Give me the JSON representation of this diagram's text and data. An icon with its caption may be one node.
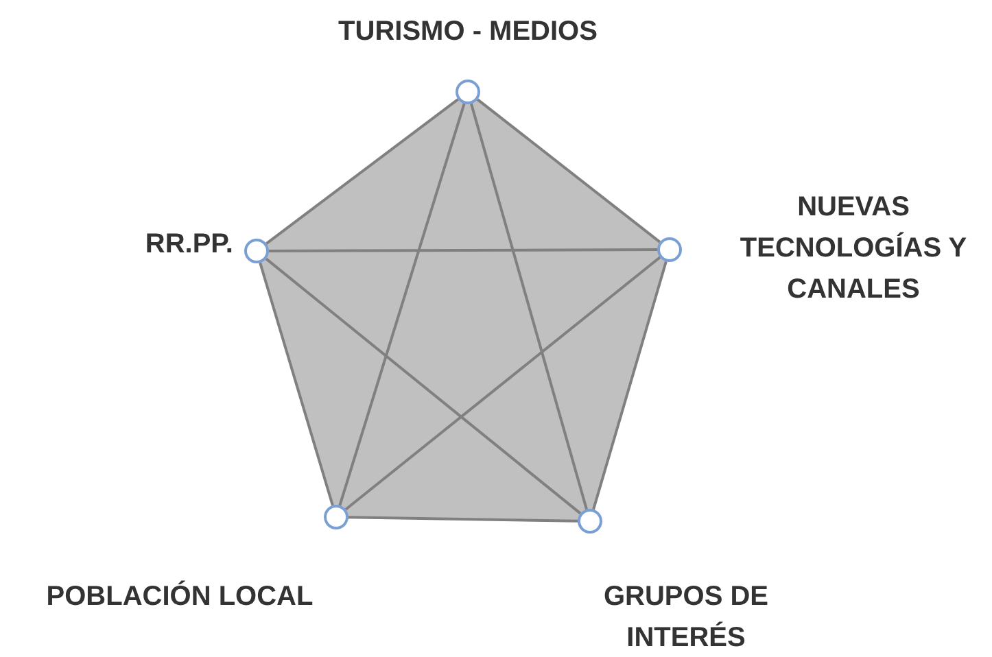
{
  "diagram": {
    "nodes": [
      {
        "text": [],
        "shape": "circle",
        "beside": [
          "TURISMO - MEDIOS"
        ]
      },
      {
        "text": [],
        "shape": "circle",
        "beside": [
          "RR.PP."
        ]
      },
      {
        "text": [],
        "shape": "circle",
        "beside": [
          "NUEVAS TECNOLOGÍAS Y CANALES"
        ]
      },
      {
        "text": [],
        "shape": "circle",
        "beside": [
          "POBLACIÓN LOCAL"
        ]
      },
      {
        "text": [],
        "shape": "circle",
        "beside": [
          "GRUPOS DE INTERÉS"
        ]
      }
    ],
    "edges": [
      {
        "from": 0,
        "to": 2,
        "arrow": "none"
      },
      {
        "from": 2,
        "to": 4,
        "arrow": "none"
      },
      {
        "from": 4,
        "to": 3,
        "arrow": "none"
      },
      {
        "from": 3,
        "to": 1,
        "arrow": "none"
      },
      {
        "from": 1,
        "to": 0,
        "arrow": "none"
      },
      {
        "from": 0,
        "to": 3,
        "arrow": "none"
      },
      {
        "from": 0,
        "to": 4,
        "arrow": "none"
      },
      {
        "from": 1,
        "to": 2,
        "arrow": "none"
      },
      {
        "from": 1,
        "to": 4,
        "arrow": "none"
      },
      {
        "from": 2,
        "to": 3,
        "arrow": "none"
      }
    ]
  }
}
